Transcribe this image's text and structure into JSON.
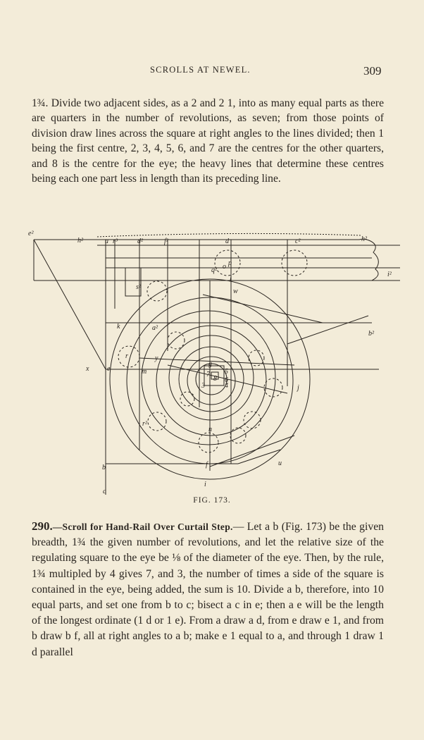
{
  "header": {
    "running_head": "SCROLLS AT NEWEL.",
    "page_number": "309"
  },
  "paragraph1": "1¾. Divide two adjacent sides, as a 2 and 2 1, into as many equal parts as there are quarters in the number of revolutions, as seven; from those points of division draw lines across the square at right angles to the lines divided; then 1 being the first centre, 2, 3, 4, 5, 6, and 7 are the centres for the other quarters, and 8 is the centre for the eye; the heavy lines that determine these centres being each one part less in length than its preceding line.",
  "figure": {
    "caption": "FIG. 173.",
    "labels": [
      "e²",
      "h²",
      "a",
      "r³",
      "d²",
      "f²",
      "d",
      "c²",
      "h²",
      "q²",
      "o",
      "p",
      "s²",
      "k",
      "w",
      "b²",
      "a²",
      "l",
      "r",
      "x",
      "e",
      "m",
      "y",
      "g",
      "5",
      "6",
      "7",
      "8",
      "3",
      "4",
      "j",
      "r²",
      "n",
      "b",
      "f",
      "u",
      "i",
      "c",
      "i"
    ]
  },
  "section": {
    "number": "290.",
    "title": "—Scroll for Hand-Rail Over Curtail Step.",
    "body": "— Let a b (Fig. 173) be the given breadth, 1¾ the given number of revolutions, and let the relative size of the regulating square to the eye be ⅛ of the diameter of the eye. Then, by the rule, 1¾ multipled by 4 gives 7, and 3, the number of times a side of the square is contained in the eye, being added, the sum is 10. Divide a b, therefore, into 10 equal parts, and set one from b to c; bisect a c in e; then a e will be the length of the longest ordinate (1 d or 1 e). From a draw a d, from e draw e 1, and from b draw b f, all at right angles to a b; make e 1 equal to a, and through 1 draw 1 d parallel"
  }
}
